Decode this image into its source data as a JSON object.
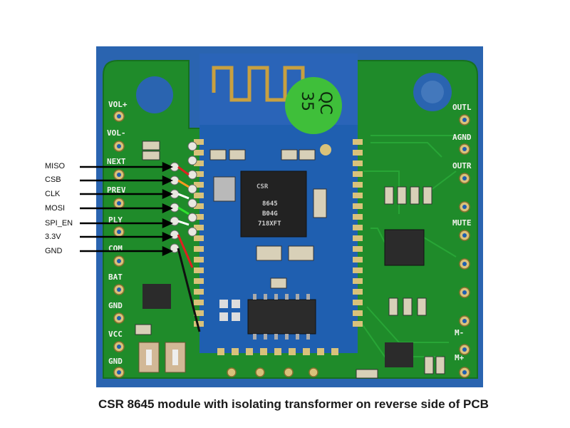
{
  "pin_labels": [
    "MISO",
    "CSB",
    "CLK",
    "MOSI",
    "SPI_EN",
    "3.3V",
    "GND"
  ],
  "board_left_silkscreen": [
    "VOL+",
    "VOL-",
    "NEXT",
    "PREV",
    "PLY",
    "COM",
    "BAT",
    "GND",
    "VCC",
    "GND"
  ],
  "board_right_silkscreen": [
    "OUTL",
    "AGND",
    "OUTR",
    "MUTE",
    "M-",
    "M+"
  ],
  "qc_sticker": {
    "line1": "QC",
    "line2": "35"
  },
  "chip_marking": {
    "line1": "8645",
    "line2": "B04G",
    "line3": "718XFT",
    "brand": "CSR"
  },
  "caption": "CSR 8645 module with isolating transformer on reverse side of PCB",
  "colors": {
    "pcb_green": "#1f8b2a",
    "module_blue": "#1f5fb0",
    "background_blue": "#2a64b0",
    "antenna_gold": "#c8a040",
    "sticker_green": "#3fbf3a"
  }
}
